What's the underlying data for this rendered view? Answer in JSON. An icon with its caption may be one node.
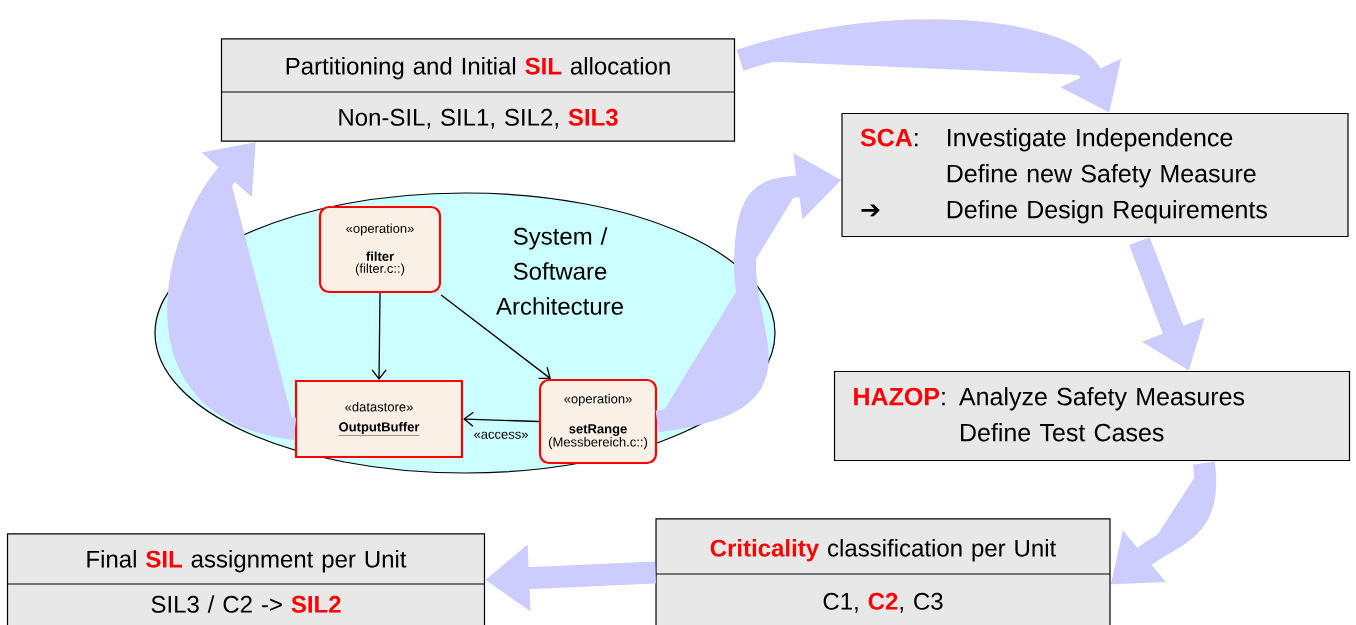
{
  "diagram": {
    "nodes": [
      {
        "text": [
          "Partitioning and Initial **SIL** allocation",
          "Non-SIL, SIL1, SIL2, **SIL3**"
        ]
      },
      {
        "text": [
          "**SCA**:",
          "Investigate Independence",
          "Define new Safety Measure",
          "➔",
          "Define Design Requirements"
        ]
      },
      {
        "text": [
          "**HAZOP**:",
          "Analyze Safety Measures",
          "Define Test Cases"
        ]
      },
      {
        "text": [
          "**Criticality** classification per Unit",
          "C1, **C2**, C3"
        ]
      },
      {
        "text": [
          "Final **SIL** assignment per Unit",
          "SIL3 / C2 -> **SIL2**"
        ]
      },
      {
        "text": [
          "System / Software Architecture"
        ]
      },
      {
        "text": [
          "«operation»",
          "filter",
          "(filter.c::)"
        ],
        "in": 5
      },
      {
        "text": [
          "«datastore»",
          "OutputBuffer"
        ],
        "in": 5
      },
      {
        "text": [
          "«operation»",
          "setRange",
          "(Messbereich.c::)"
        ],
        "in": 5
      }
    ],
    "edges": [
      {
        "from": 0,
        "to": 1,
        "arrow": "to"
      },
      {
        "from": 1,
        "to": 2,
        "arrow": "to"
      },
      {
        "from": 2,
        "to": 3,
        "arrow": "to"
      },
      {
        "from": 3,
        "to": 4,
        "arrow": "to"
      },
      {
        "from": 7,
        "to": 0,
        "arrow": "to"
      },
      {
        "from": 8,
        "to": 1,
        "arrow": "to"
      },
      {
        "from": 6,
        "to": 7,
        "arrow": "to",
        "color": "#000000"
      },
      {
        "from": 6,
        "to": 8,
        "arrow": "to",
        "color": "#000000"
      },
      {
        "from": 8,
        "to": 7,
        "arrow": "to",
        "color": "#000000",
        "label": "«access»"
      }
    ]
  }
}
